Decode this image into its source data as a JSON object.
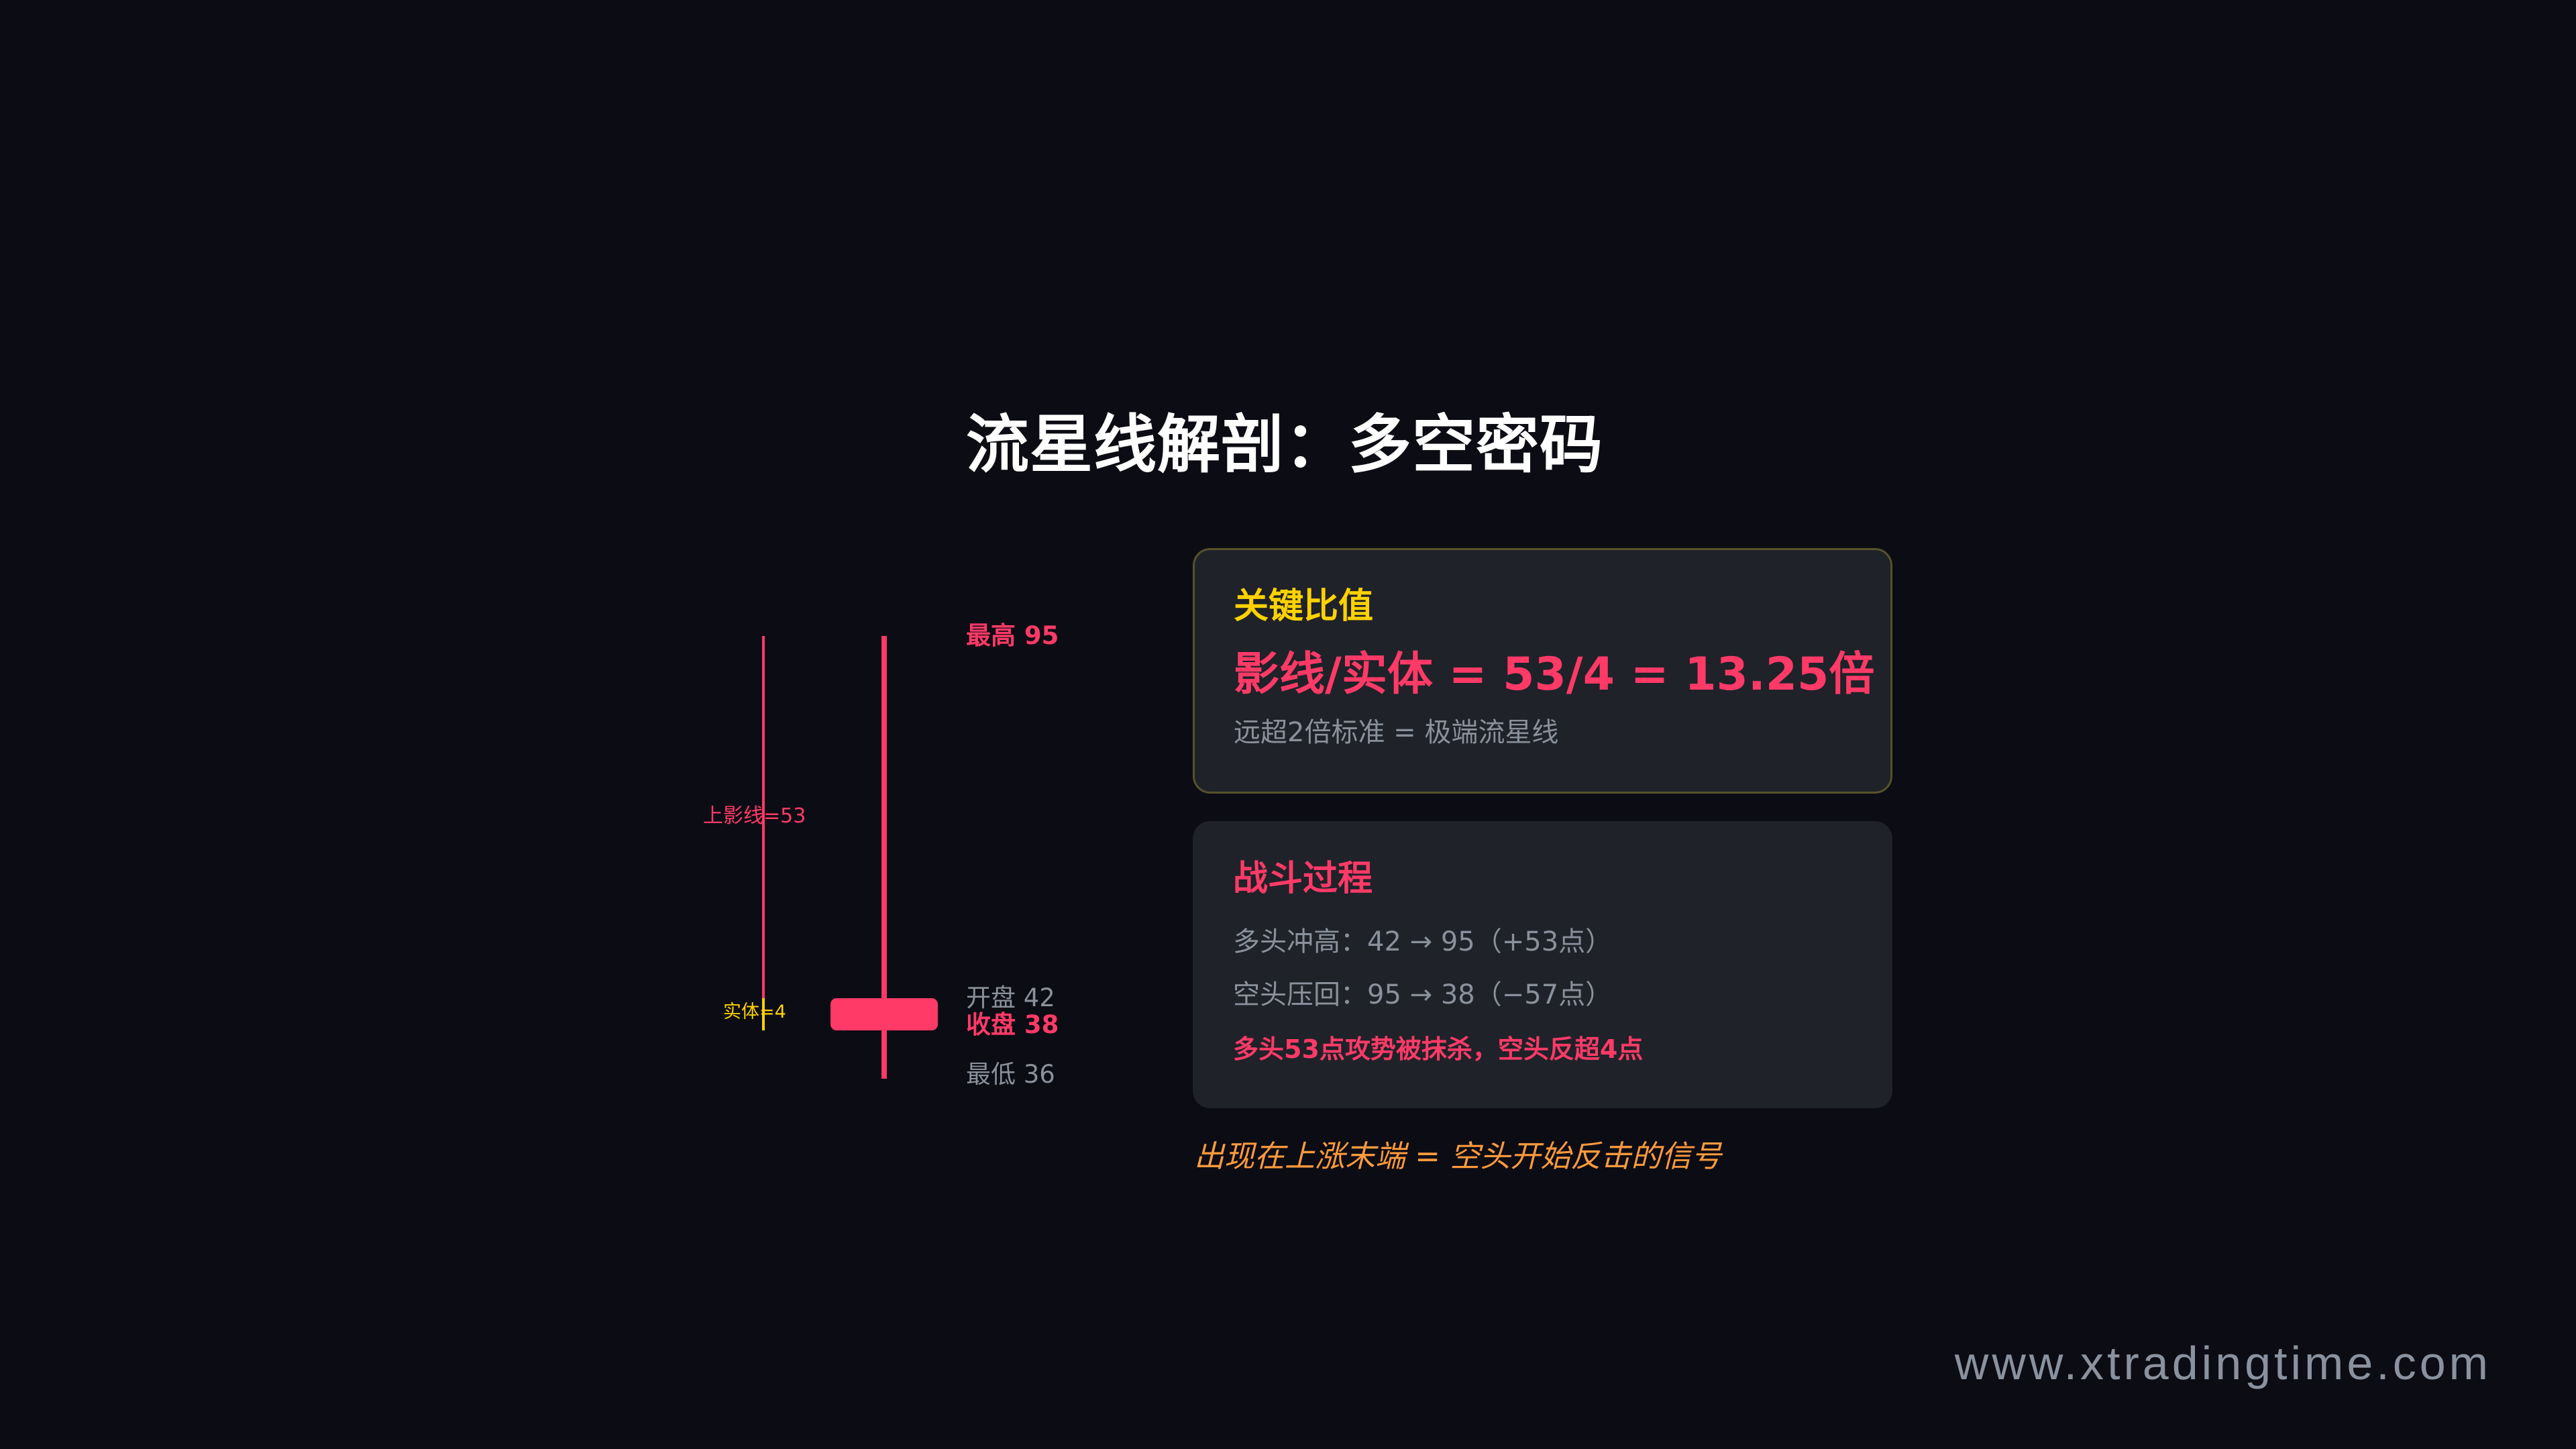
{
  "title": "流星线解剖：多空密码",
  "chart_data": {
    "type": "candlestick",
    "title": "流星线解剖：多空密码",
    "candle": {
      "open": 42,
      "high": 95,
      "low": 36,
      "close": 38,
      "color": "#ff3a67"
    },
    "annotations": {
      "upper_shadow": {
        "label": "上影线=53",
        "value": 53,
        "color": "#ff3a67"
      },
      "body": {
        "label": "实体=4",
        "value": 4,
        "color": "#ffd200"
      }
    },
    "price_labels": [
      {
        "label": "最高 95",
        "value": 95,
        "style": "highlight"
      },
      {
        "label": "开盘 42",
        "value": 42,
        "style": "muted"
      },
      {
        "label": "收盘 38",
        "value": 38,
        "style": "highlight"
      },
      {
        "label": "最低 36",
        "value": 36,
        "style": "muted"
      }
    ],
    "ratio": {
      "shadow": 53,
      "body": 4,
      "result": 13.25
    }
  },
  "chart": {
    "shadow_label": "上影线=53",
    "body_label": "实体=4",
    "high_label": "最高 95",
    "open_label": "开盘 42",
    "close_label": "收盘 38",
    "low_label": "最低 36"
  },
  "cards": {
    "key_ratio": {
      "title": "关键比值",
      "formula": "影线/实体 = 53/4 = 13.25倍",
      "note": "远超2倍标准 = 极端流星线"
    },
    "battle": {
      "title": "战斗过程",
      "steps": [
        "多头冲高：42 → 95（+53点）",
        "空头压回：95 → 38（−57点）"
      ],
      "verdict": "多头53点攻势被抹杀，空头反超4点"
    }
  },
  "footer_note": "出现在上涨末端 = 空头开始反击的信号",
  "watermark": "www.xtradingtime.com",
  "colors": {
    "background": "#0c0c14",
    "pink": "#ff3a67",
    "yellow": "#ffd200",
    "gray": "#8a919c",
    "orange": "#ff9a3c",
    "card_bg": "#1f2229",
    "card_border": "#57522a"
  }
}
